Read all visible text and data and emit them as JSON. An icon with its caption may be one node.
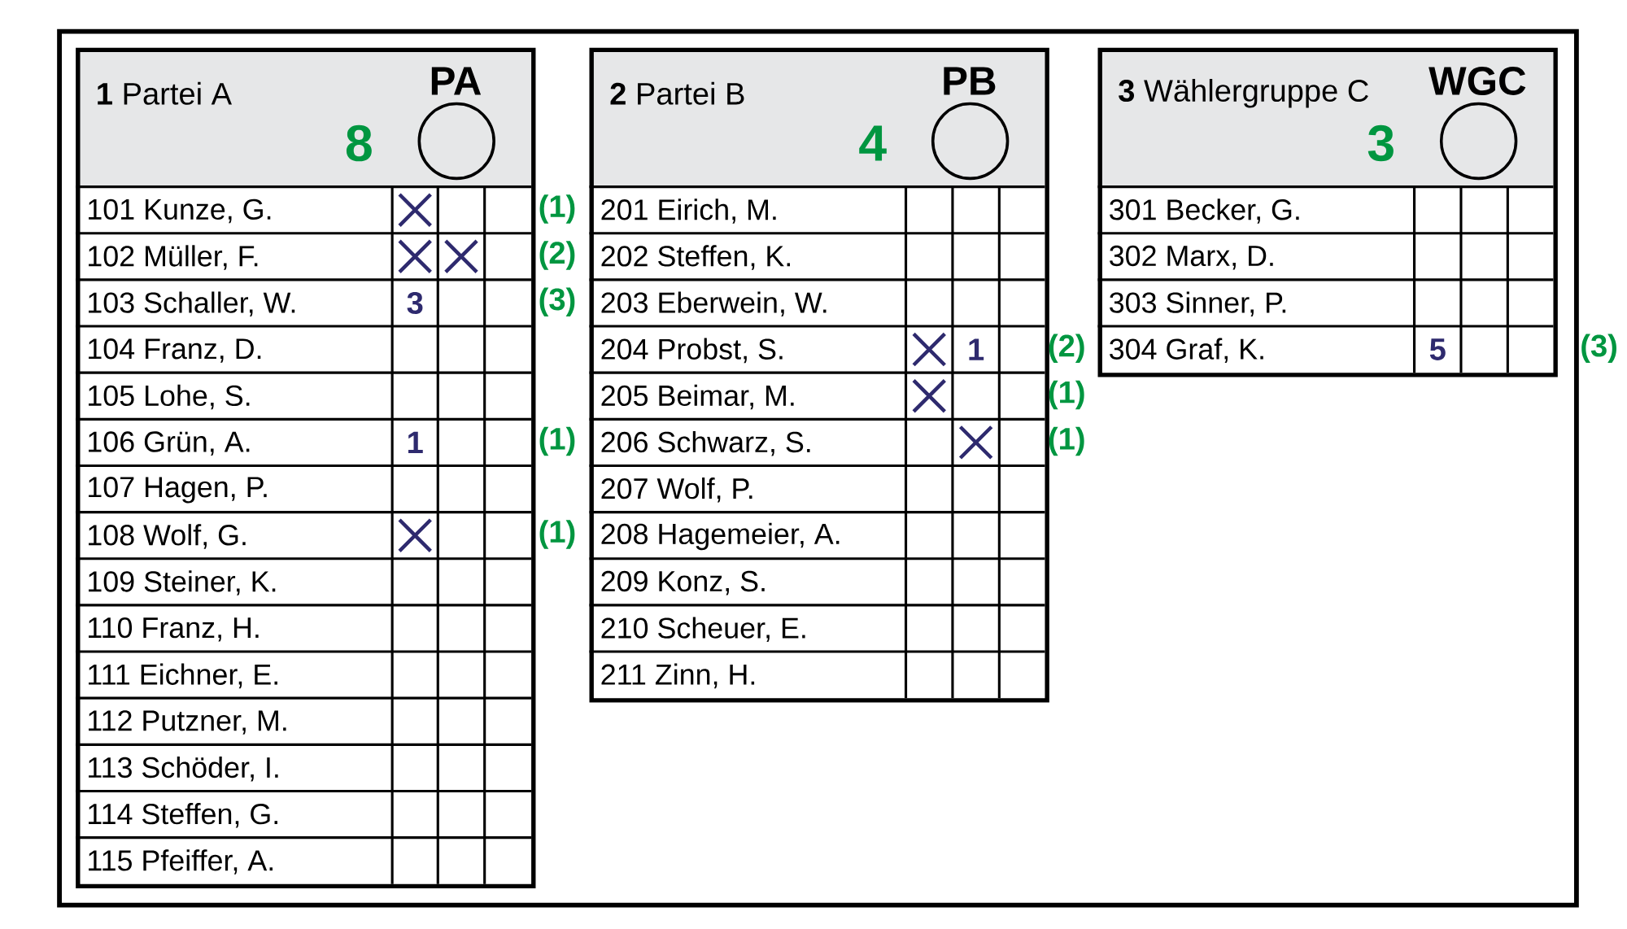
{
  "diagram": {
    "nodes": [
      {
        "text": [],
        "shape": "box"
      },
      {
        "text": [
          "**1** Partei A",
          "PA",
          "8"
        ],
        "in": 0
      },
      {
        "text": [],
        "shape": "circle",
        "in": 1
      },
      {
        "text": [
          "**2** Partei B",
          "PB",
          "4"
        ],
        "in": 0
      },
      {
        "text": [],
        "shape": "circle",
        "in": 3
      },
      {
        "text": [
          "**3** Wählergruppe C",
          "WGC",
          "3"
        ],
        "in": 0
      },
      {
        "text": [],
        "shape": "circle",
        "in": 5
      }
    ],
    "edges": [],
    "labels": [
      "101 Kunze, G.",
      "(1)",
      "102 Müller, F.",
      "(2)",
      "103 Schaller, W.",
      "3",
      "(3)",
      "104 Franz, D.",
      "105 Lohe, S.",
      "106 Grün, A.",
      "1",
      "(1)",
      "107 Hagen, P.",
      "108 Wolf, G.",
      "(1)",
      "109 Steiner, K.",
      "110 Franz, H.",
      "111 Eichner, E.",
      "112 Putzner, M.",
      "113 Schöder, I.",
      "114 Steffen, G.",
      "115 Pfeiffer, A.",
      "201 Eirich, M.",
      "202 Steffen, K.",
      "203 Eberwein, W.",
      "204 Probst, S.",
      "1",
      "(2)",
      "205 Beimar, M.",
      "(1)",
      "206 Schwarz, S.",
      "(1)",
      "207 Wolf, P.",
      "208 Hagemeier, A.",
      "209 Konz, S.",
      "210 Scheuer, E.",
      "211 Zinn, H.",
      "301 Becker, G.",
      "302 Marx, D.",
      "303 Sinner, P.",
      "304 Graf, K.",
      "5",
      "(3)"
    ]
  }
}
